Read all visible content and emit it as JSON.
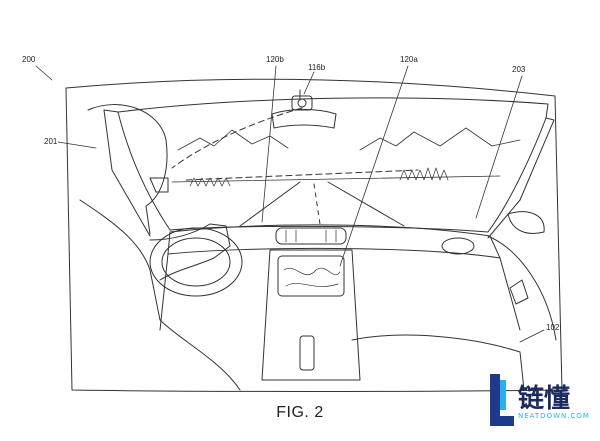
{
  "figure": {
    "caption": "FIG. 2",
    "labels": {
      "ref_200": "200",
      "ref_201": "201",
      "ref_120b": "120b",
      "ref_116b": "116b",
      "ref_120a": "120a",
      "ref_203": "203",
      "ref_102": "102"
    }
  },
  "watermark": {
    "chinese": "链懂",
    "english": "NEATDOWN.COM"
  }
}
